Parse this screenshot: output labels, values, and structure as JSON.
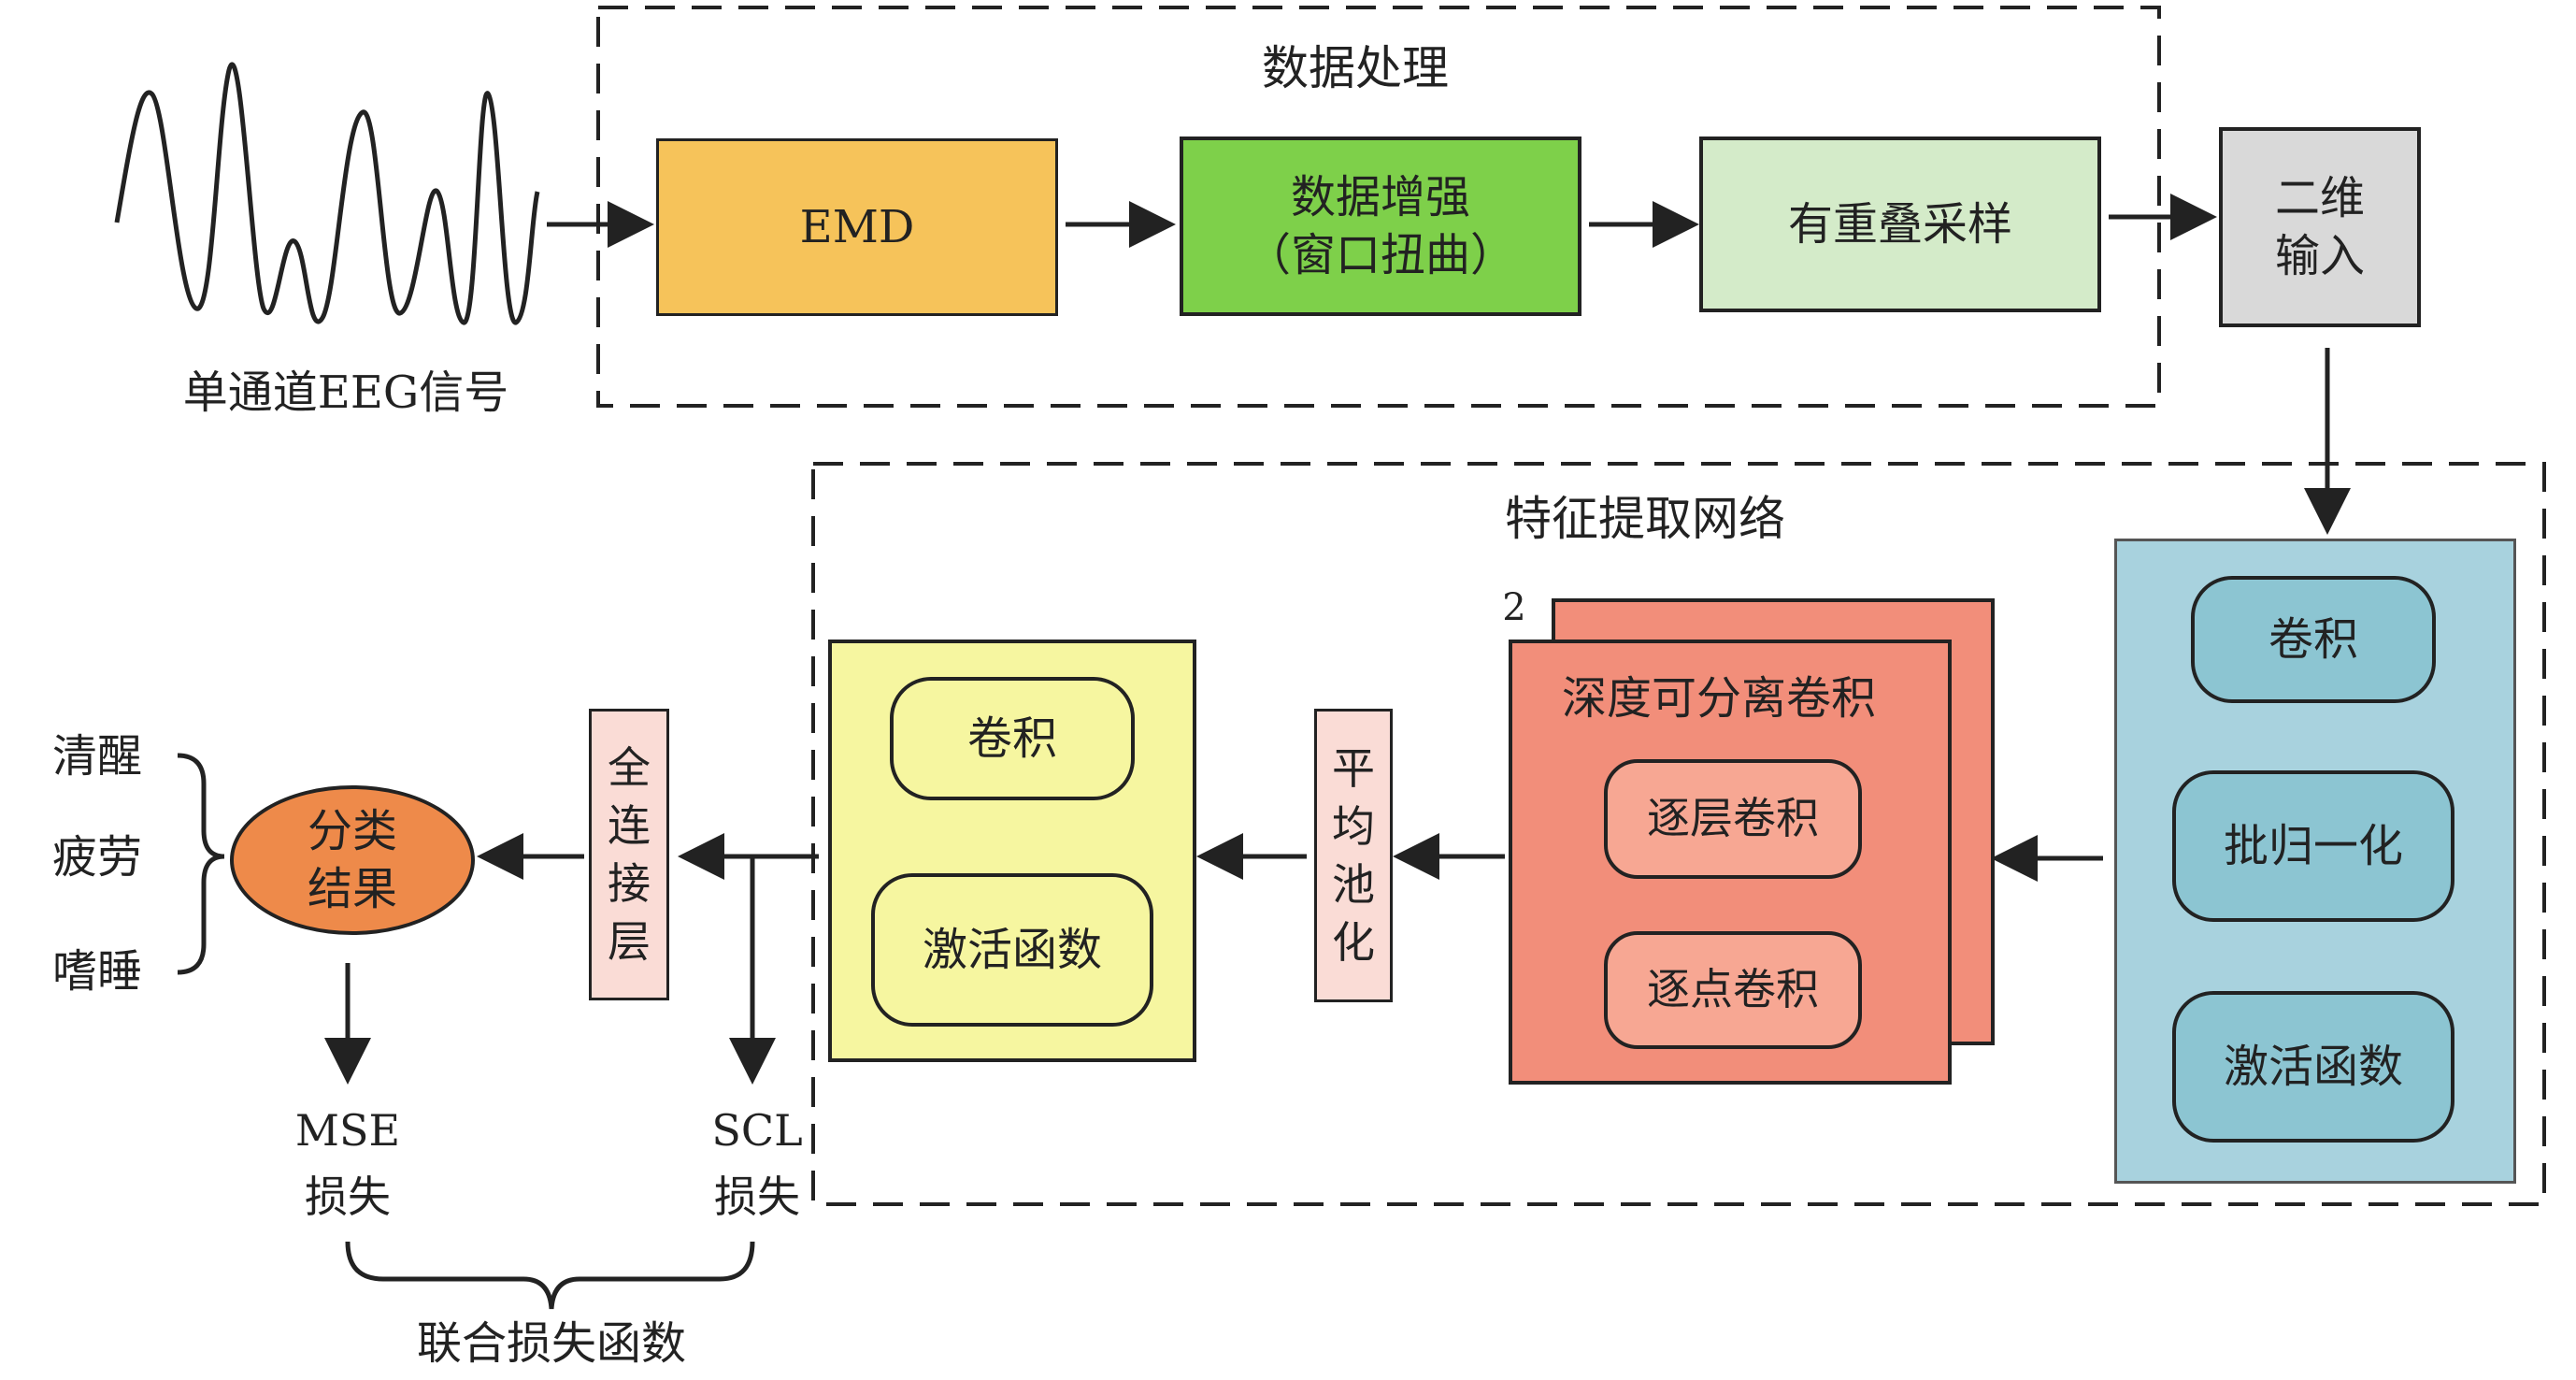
{
  "colors": {
    "emd": "#F6C35A",
    "augment": "#7ED04A",
    "overlap": "#D4EBC9",
    "input2d": "#D9D9D9",
    "blue_panel": "#A8D2DE",
    "blue_node": "#8CC5D2",
    "salmon": "#F28E7A",
    "salmon_node": "#F7A793",
    "yellow": "#F6F6A0",
    "pink": "#FADCD6",
    "result": "#EE8A4A",
    "line": "#222222"
  },
  "signal": {
    "label": "单通道EEG信号"
  },
  "data_processing": {
    "title": "数据处理",
    "emd": "EMD",
    "augment": "数据增强\n（窗口扭曲）",
    "overlap": "有重叠采样"
  },
  "input_2d": "二维\n输入",
  "feature_net": {
    "title": "特征提取网络",
    "block1": {
      "conv": "卷积",
      "bn": "批归一化",
      "act": "激活函数"
    },
    "dsconv": {
      "repeat": "2",
      "title": "深度可分离卷积",
      "depthwise": "逐层卷积",
      "pointwise": "逐点卷积"
    },
    "pool": [
      "平",
      "均",
      "池",
      "化"
    ],
    "block2": {
      "conv": "卷积",
      "act": "激活函数"
    }
  },
  "fc": [
    "全",
    "连",
    "接",
    "层"
  ],
  "result": {
    "label": "分类\n结果",
    "classes": [
      "清醒",
      "疲劳",
      "嗜睡"
    ]
  },
  "loss": {
    "mse": "MSE\n损失",
    "scl": "SCL\n损失",
    "joint": "联合损失函数"
  }
}
